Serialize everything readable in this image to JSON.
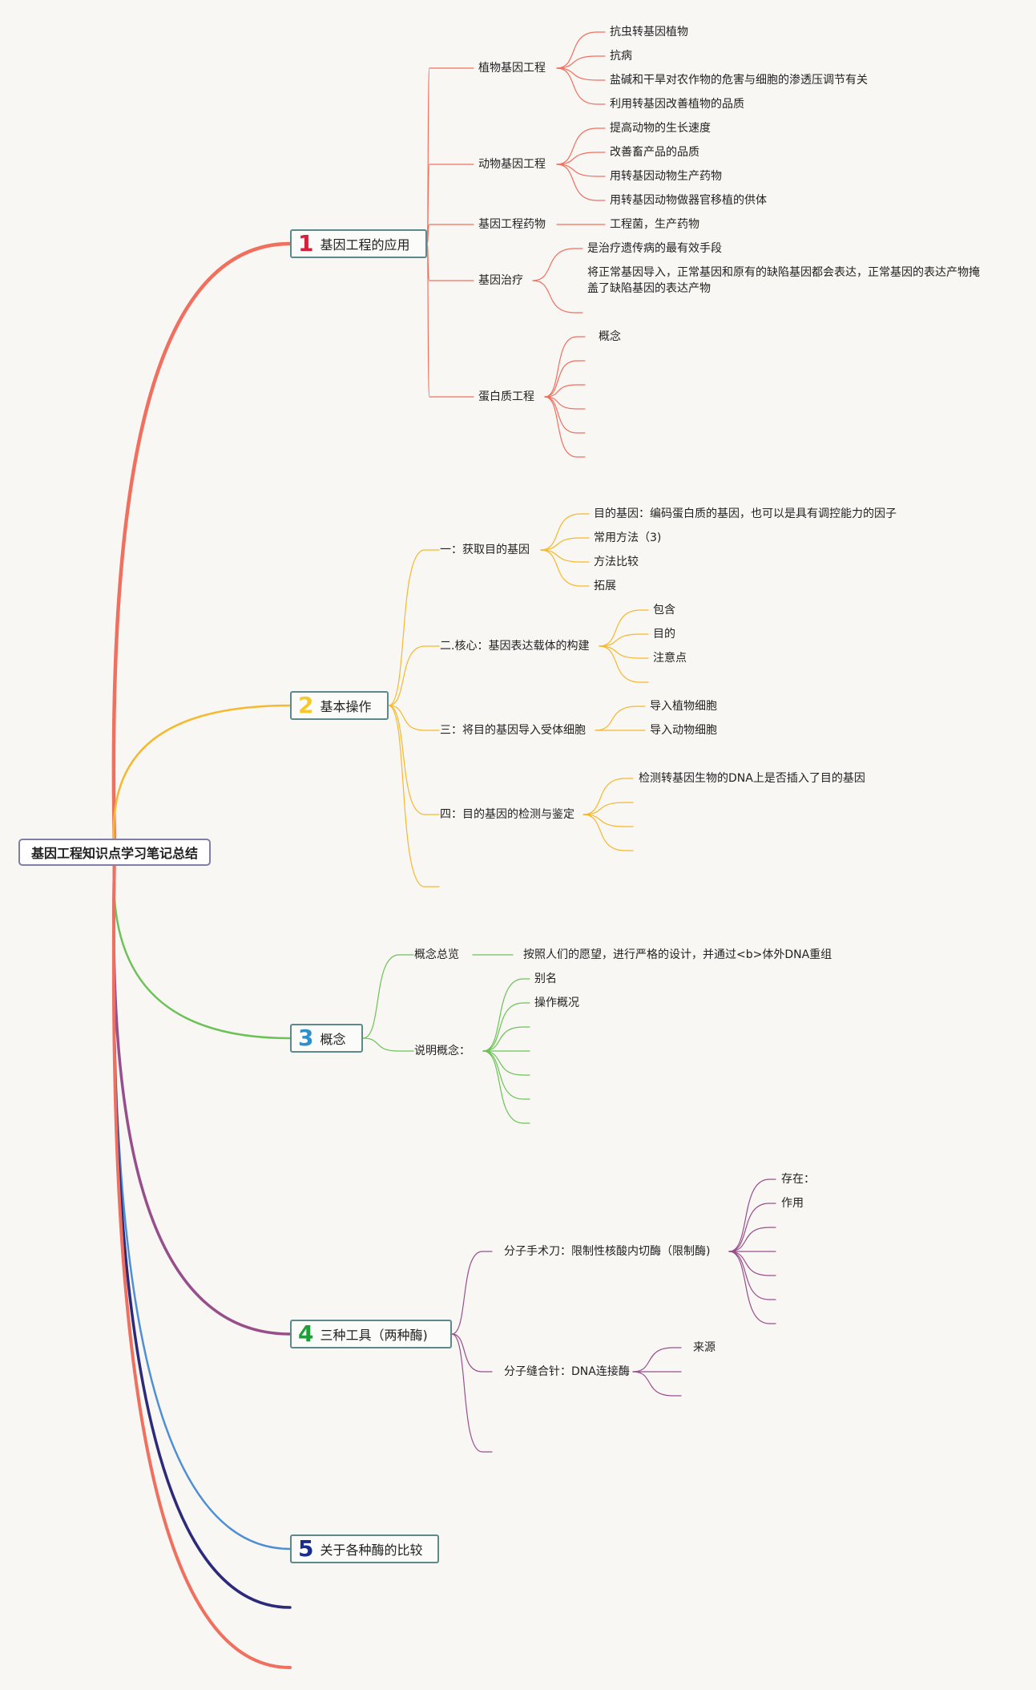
{
  "root": "基因工程知识点学习笔记总结",
  "colors": {
    "t1": "#f07060",
    "t2": "#f5b82e",
    "t3": "#6cc257",
    "t4": "#974f8c",
    "t5": "#4e8fd4",
    "extra1": "#2c2a7a",
    "extra2": "#f07060"
  },
  "topics": [
    {
      "num": "1",
      "label": "基因工程的应用",
      "num_color": "#d5213b",
      "children": [
        {
          "label": "植物基因工程",
          "items": [
            "抗虫转基因植物",
            "抗病",
            "盐碱和干旱对农作物的危害与细胞的渗透压调节有关",
            "利用转基因改善植物的品质"
          ]
        },
        {
          "label": "动物基因工程",
          "items": [
            "提高动物的生长速度",
            "改善畜产品的品质",
            "用转基因动物生产药物",
            "用转基因动物做器官移植的供体"
          ]
        },
        {
          "label": "基因工程药物",
          "items": [
            "工程菌，生产药物"
          ]
        },
        {
          "label": "基因治疗",
          "items": [
            "是治疗遗传病的最有效手段",
            "将正常基因导入，正常基因和原有的缺陷基因都会表达，正常基因的表达产物掩盖了缺陷基因的表达产物"
          ]
        },
        {
          "label": "蛋白质工程",
          "items": [
            "概念",
            "",
            "",
            "",
            "",
            ""
          ]
        }
      ]
    },
    {
      "num": "2",
      "label": "基本操作",
      "num_color": "#f5c92e",
      "children": [
        {
          "label": "一：获取目的基因",
          "items": [
            "目的基因：编码蛋白质的基因，也可以是具有调控能力的因子",
            "常用方法（3)",
            "方法比较",
            "拓展"
          ]
        },
        {
          "label": "二.核心：基因表达载体的构建",
          "items": [
            "包含",
            "目的",
            "注意点"
          ]
        },
        {
          "label": "三：将目的基因导入受体细胞",
          "items": [
            "导入植物细胞",
            "导入动物细胞"
          ]
        },
        {
          "label": "四：目的基因的检测与鉴定",
          "items": [
            "检测转基因生物的DNA上是否插入了目的基因",
            "",
            "",
            ""
          ]
        },
        {
          "label": "",
          "items": []
        }
      ]
    },
    {
      "num": "3",
      "label": "概念",
      "num_color": "#2f8fce",
      "children": [
        {
          "label": "概念总览",
          "items": [
            "按照人们的愿望，进行严格的设计，并通过<b>体外DNA重组"
          ]
        },
        {
          "label": "说明概念：",
          "items": [
            "别名",
            "操作概况",
            "",
            "",
            "",
            ""
          ]
        }
      ]
    },
    {
      "num": "4",
      "label": "三种工具（两种酶)",
      "num_color": "#1f9e3a",
      "children": [
        {
          "label": "分子手术刀：限制性核酸内切酶（限制酶)",
          "items": [
            "存在：",
            "作用",
            "",
            "",
            "",
            ""
          ]
        },
        {
          "label": "分子缝合针：DNA连接酶",
          "items": [
            "来源",
            "",
            ""
          ]
        },
        {
          "label": "",
          "items": []
        }
      ]
    },
    {
      "num": "5",
      "label": "关于各种酶的比较",
      "num_color": "#1a2d8c",
      "children": []
    }
  ]
}
